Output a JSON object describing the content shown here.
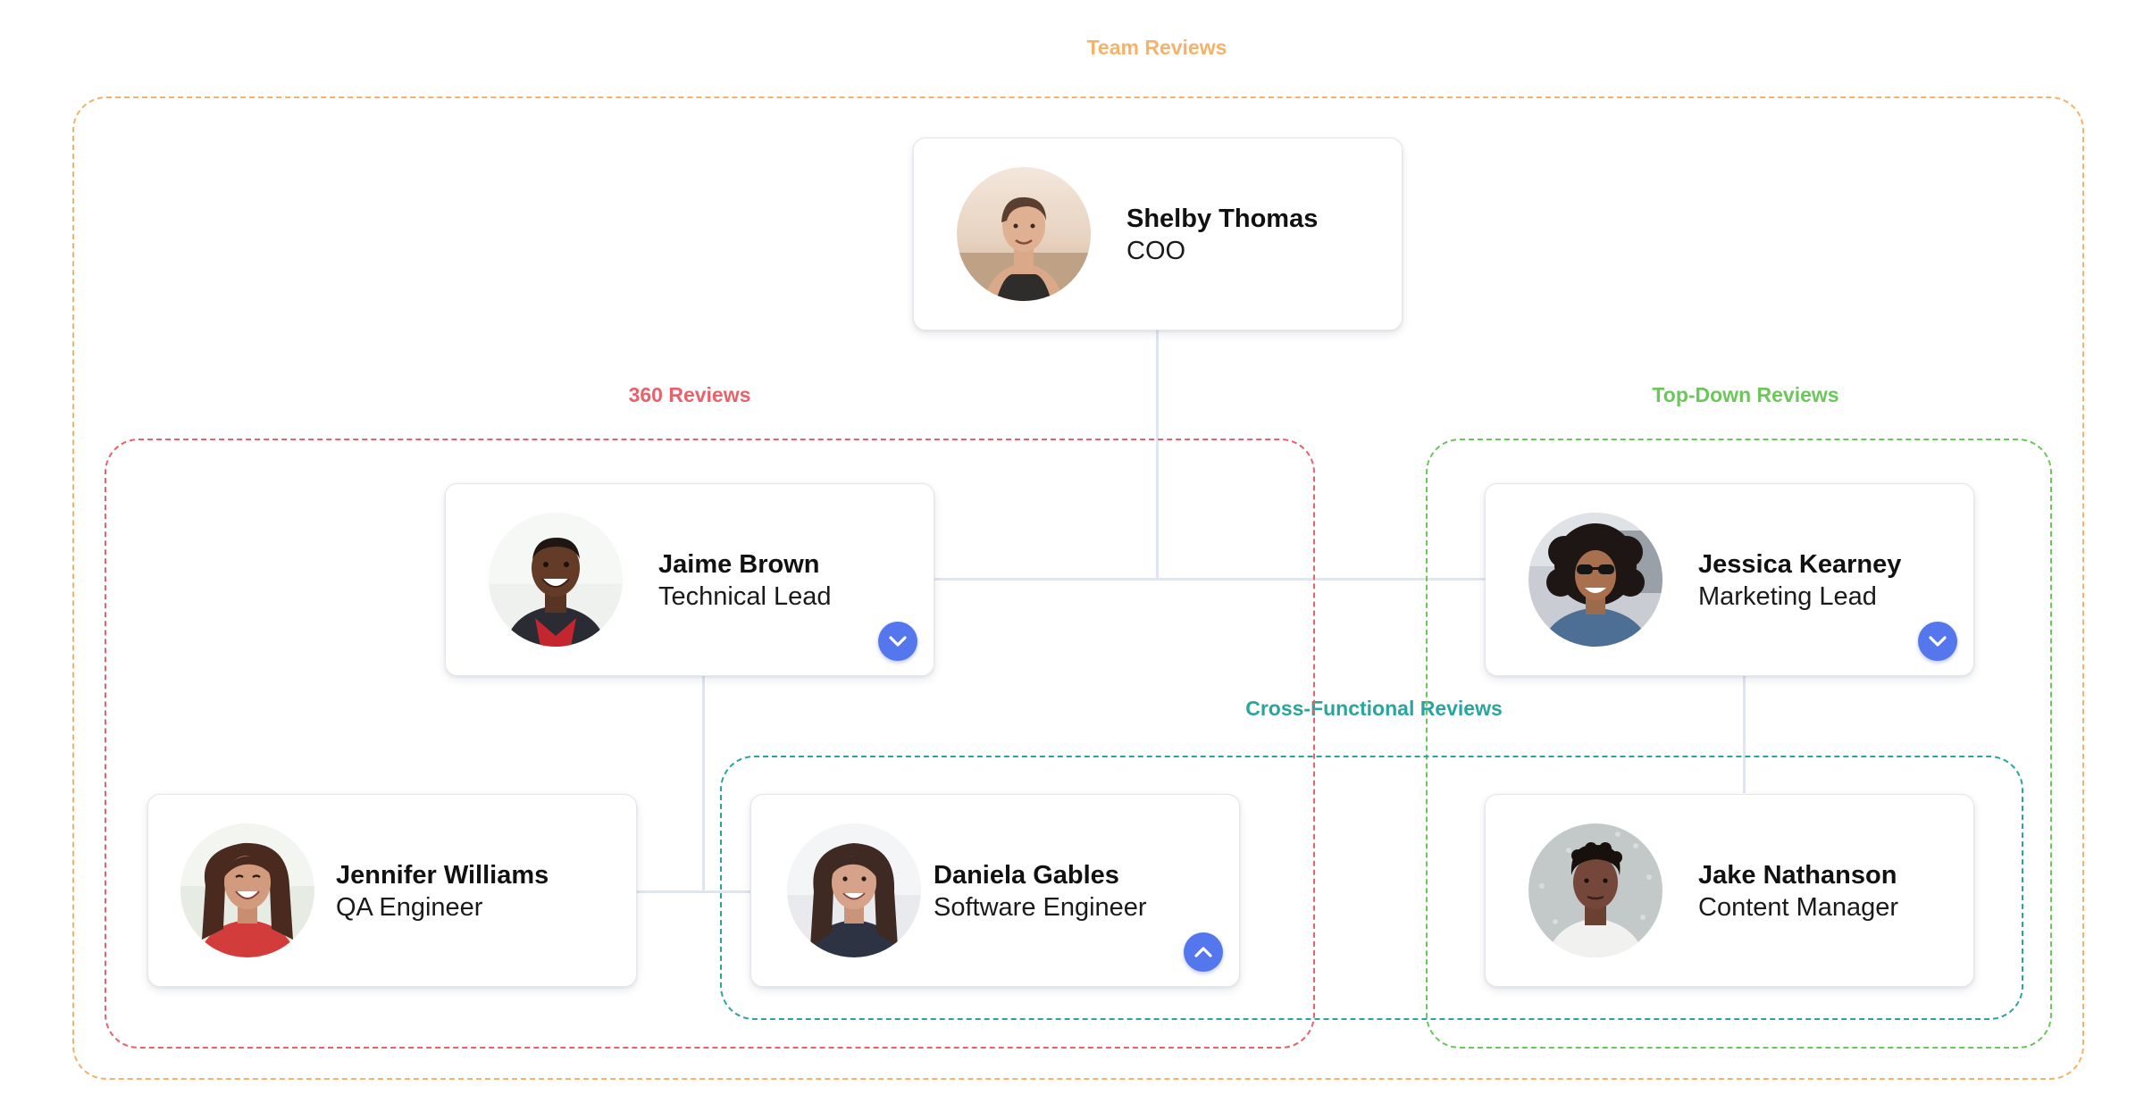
{
  "colors": {
    "team": "#f4b26b",
    "review360": "#e8616b",
    "topdown": "#6cc65a",
    "crossfunctional": "#2aa59d",
    "connector": "#dfe5f3",
    "toggle": "#5577ee"
  },
  "groups": {
    "team": {
      "label": "Team Reviews"
    },
    "review360": {
      "label": "360 Reviews"
    },
    "topdown": {
      "label": "Top-Down Reviews"
    },
    "crossfunctional": {
      "label": "Cross-Functional Reviews"
    }
  },
  "people": {
    "shelby": {
      "name": "Shelby Thomas",
      "role": "COO"
    },
    "jaime": {
      "name": "Jaime Brown",
      "role": "Technical Lead",
      "toggle_icon": "chevron-down-icon"
    },
    "jessica": {
      "name": "Jessica Kearney",
      "role": "Marketing Lead",
      "toggle_icon": "chevron-down-icon"
    },
    "jennifer": {
      "name": "Jennifer Williams",
      "role": "QA Engineer"
    },
    "daniela": {
      "name": "Daniela Gables",
      "role": "Software Engineer",
      "toggle_icon": "chevron-up-icon"
    },
    "jake": {
      "name": "Jake Nathanson",
      "role": "Content Manager"
    }
  }
}
